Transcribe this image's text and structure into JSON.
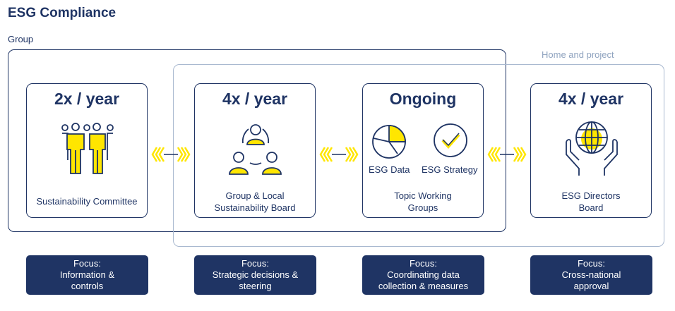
{
  "title": "ESG Compliance",
  "group_label": "Group",
  "home_label": "Home and project",
  "cards": [
    {
      "frequency": "2x / year",
      "name": "Sustainability Committee",
      "icon": "people-group-icon"
    },
    {
      "frequency": "4x / year",
      "name_line1": "Group & Local",
      "name_line2": "Sustainability Board",
      "icon": "board-meeting-icon"
    },
    {
      "frequency": "Ongoing",
      "sub1": "ESG Data",
      "sub2": "ESG Strategy",
      "name_line1": "Topic Working",
      "name_line2": "Groups",
      "icon": "pie-chart-icon"
    },
    {
      "frequency": "4x / year",
      "name_line1": "ESG Directors",
      "name_line2": "Board",
      "icon": "hands-globe-icon"
    }
  ],
  "focus": [
    {
      "label": "Focus:",
      "line1": "Information &",
      "line2": "controls"
    },
    {
      "label": "Focus:",
      "line1": "Strategic decisions &",
      "line2": "steering"
    },
    {
      "label": "Focus:",
      "line1": "Coordinating data",
      "line2": "collection & measures"
    },
    {
      "label": "Focus:",
      "line1": "Cross-national",
      "line2": "approval"
    }
  ],
  "colors": {
    "navy": "#1f3464",
    "yellow": "#ffe600",
    "light": "#a9b9d0"
  }
}
